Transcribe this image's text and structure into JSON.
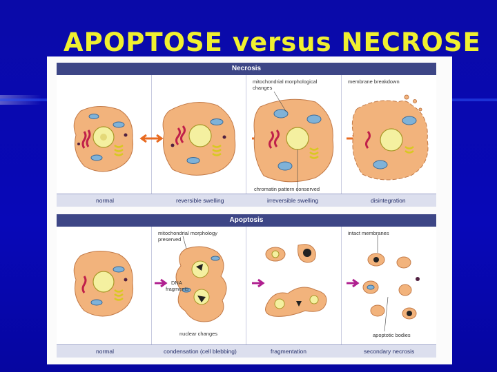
{
  "slide": {
    "title": "APOPTOSE versus NECROSE"
  },
  "necrosis": {
    "header": "Necrosis",
    "stages": [
      "normal",
      "reversible swelling",
      "irreversible swelling",
      "disintegration"
    ],
    "annotations": {
      "mito": "mitochondrial morphological",
      "mito2": "changes",
      "membrane": "membrane breakdown",
      "chromatin": "chromatin pattern conserved"
    }
  },
  "apoptosis": {
    "header": "Apoptosis",
    "stages": [
      "normal",
      "condensation (cell blebbing)",
      "fragmentation",
      "secondary necrosis"
    ],
    "annotations": {
      "mito": "mitochondrial morphology",
      "mito2": "preserved",
      "membranes": "intact membranes",
      "dna": "DNA",
      "dna2": "fragments",
      "nuclear": "nuclear changes",
      "bodies": "apoptotic bodies"
    }
  },
  "colors": {
    "background": "#0808b8",
    "title": "#f0f030",
    "cytoplasm": "#f2b37c",
    "nucleus": "#f4f0a0",
    "mitochondria": "#7fb2d8",
    "er": "#c0204a",
    "golgi": "#d8c820"
  }
}
